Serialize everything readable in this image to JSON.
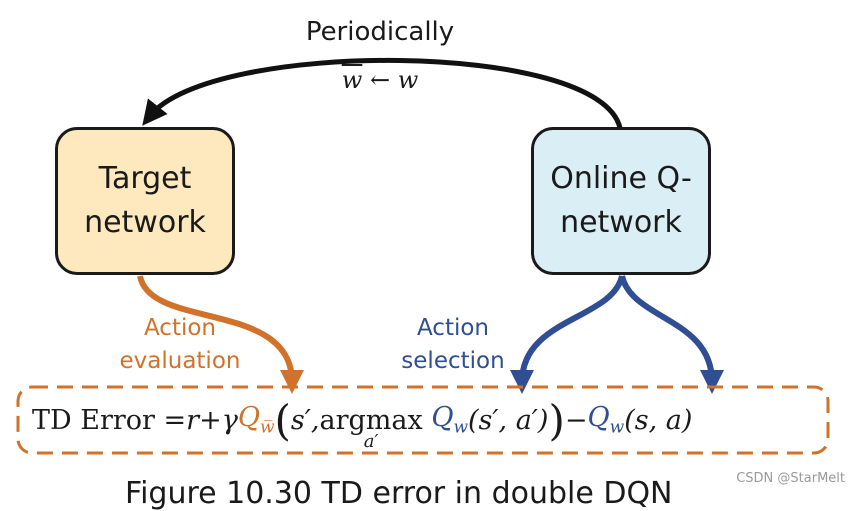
{
  "top_arrow": {
    "label": "Periodically"
  },
  "update_rule": {
    "lhs": "w",
    "arrow": "←",
    "rhs": "w"
  },
  "nodes": {
    "target": {
      "line1": "Target",
      "line2": "network"
    },
    "online": {
      "line1": "Online Q-",
      "line2": "network"
    }
  },
  "labels": {
    "evaluation": {
      "line1": "Action",
      "line2": "evaluation"
    },
    "selection": {
      "line1": "Action",
      "line2": "selection"
    }
  },
  "formula": {
    "lead": "TD Error = ",
    "r": "r",
    "plus": " + ",
    "gamma": "γ",
    "q": "Q",
    "sub_target": "w̅",
    "open_paren": "(",
    "s_prime": "s′, ",
    "argmax": "argmax",
    "argmax_under": "a′",
    "sub_online": "w",
    "args1": "(s′, a′)",
    "close_paren": ")",
    "minus": " − ",
    "args2": "(s, a)"
  },
  "caption": "Figure 10.30 TD error in double DQN",
  "watermark": "CSDN @StarMelt",
  "colors": {
    "target_fill": "#fde9bd",
    "online_fill": "#d9eef5",
    "evaluation": "#d0722a",
    "selection": "#2f4e93",
    "stroke": "#1a1a1a"
  }
}
